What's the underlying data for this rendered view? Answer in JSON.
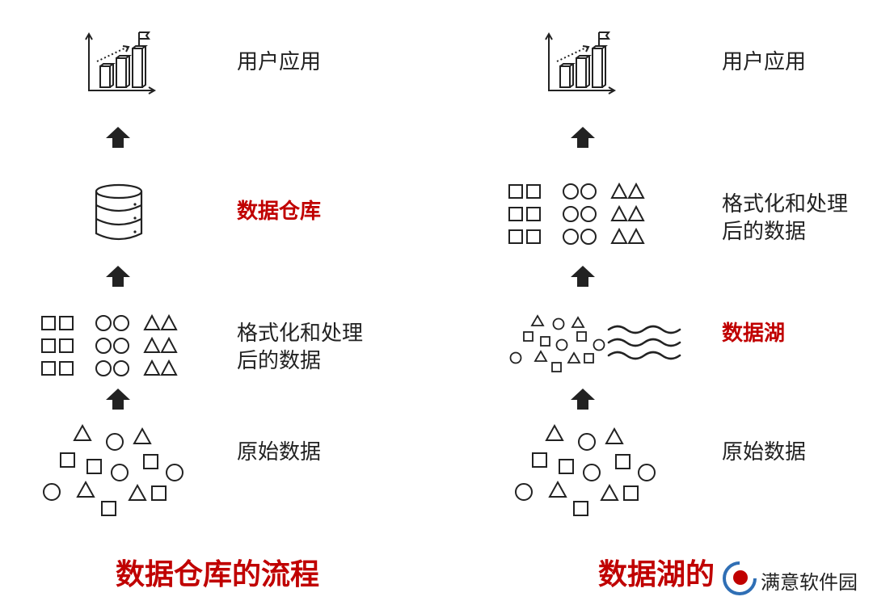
{
  "colors": {
    "accent": "#c00000",
    "ink": "#222222",
    "watermark_blue": "#2f6fb5"
  },
  "left": {
    "title": "数据仓库的流程",
    "labels": {
      "apps": "用户应用",
      "warehouse": "数据仓库",
      "processed_line1": "格式化和处理",
      "processed_line2": "后的数据",
      "raw": "原始数据"
    }
  },
  "right": {
    "title": "数据湖的",
    "labels": {
      "apps": "用户应用",
      "processed_line1": "格式化和处理",
      "processed_line2": "后的数据",
      "lake": "数据湖",
      "raw": "原始数据"
    }
  },
  "watermark": {
    "text": "满意软件园"
  }
}
